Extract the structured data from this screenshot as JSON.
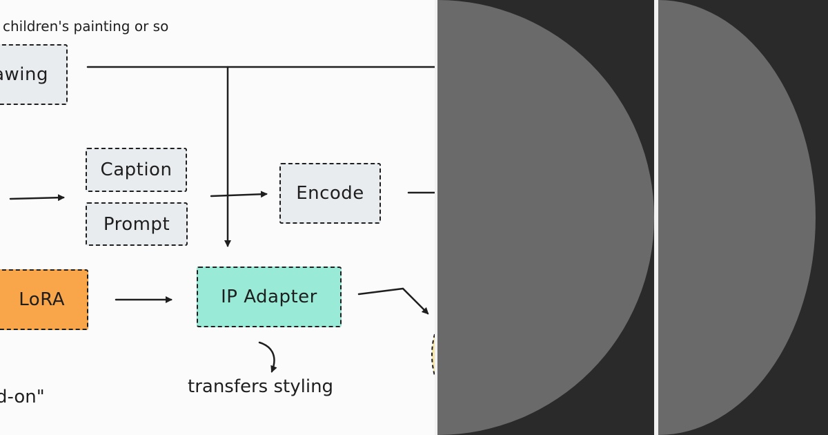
{
  "diagram": {
    "top_note": "children's painting or so",
    "nodes": {
      "drawing": "awing",
      "caption": "Caption",
      "prompt": "Prompt",
      "encode": "Encode",
      "lora": "LoRA",
      "ip_adapter": "IP Adapter"
    },
    "notes": {
      "styling": "transfers styling",
      "addon": "d-on\""
    }
  },
  "colors": {
    "canvas": "#fbfbfb",
    "node_gray": "#e9ecef",
    "lora_orange": "#f9a54a",
    "ip_adapter_teal": "#99ebd8",
    "ink": "#1e1e1e",
    "panel_dark": "#2a2a2a",
    "half_circle_gray": "#6a6a6a"
  }
}
